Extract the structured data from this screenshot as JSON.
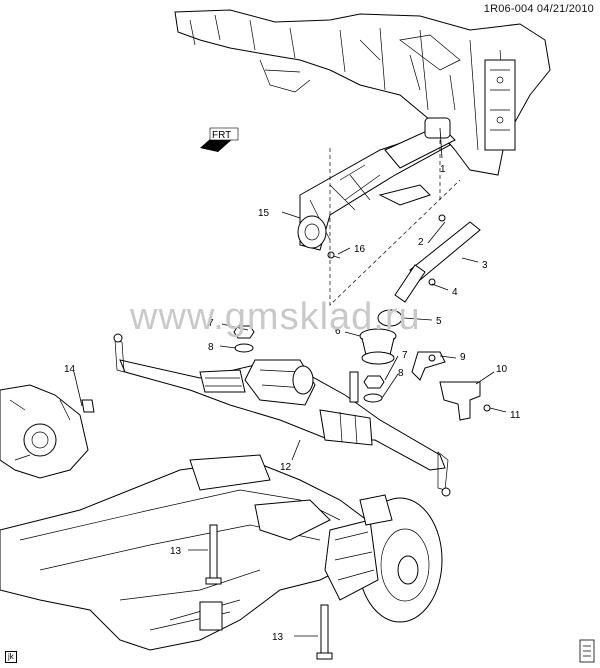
{
  "header": {
    "ref": "1R06-004  04/21/2010"
  },
  "watermark": "www.gmsklad.ru",
  "corner_label": "jk",
  "front_label": "FRT",
  "callouts": {
    "c1": "1",
    "c2": "2",
    "c3": "3",
    "c4": "4",
    "c5": "5",
    "c6": "6",
    "c7a": "7",
    "c8a": "8",
    "c7b": "7",
    "c8b": "8",
    "c9": "9",
    "c10": "10",
    "c11": "11",
    "c12": "12",
    "c13a": "13",
    "c13b": "13",
    "c14": "14",
    "c15": "15",
    "c16": "16"
  }
}
